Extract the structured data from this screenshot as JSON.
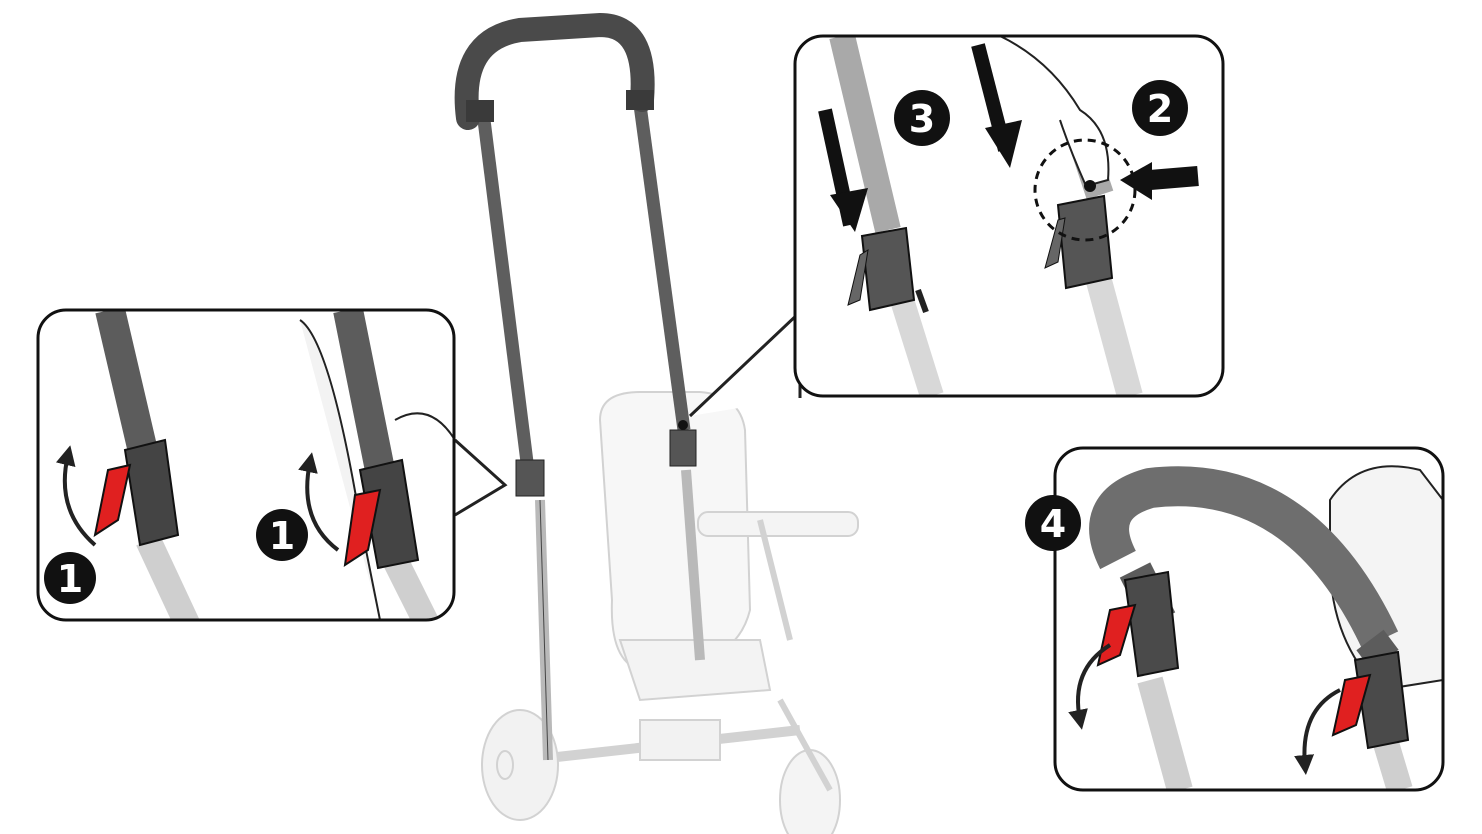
{
  "steps": {
    "step1_left": "1",
    "step1_right": "1",
    "step2": "2",
    "step3": "3",
    "step4": "4"
  },
  "colors": {
    "tube_dark": "#6b6b6b",
    "tube_light": "#b8b8b8",
    "lever_red": "#e02020",
    "outline": "#222222",
    "ghost": "#cfcfcf"
  },
  "icons": {
    "arrow_up_curved": "curved-arrow-up-icon",
    "arrow_down_curved": "curved-arrow-down-icon",
    "arrow_straight": "straight-arrow-icon"
  }
}
